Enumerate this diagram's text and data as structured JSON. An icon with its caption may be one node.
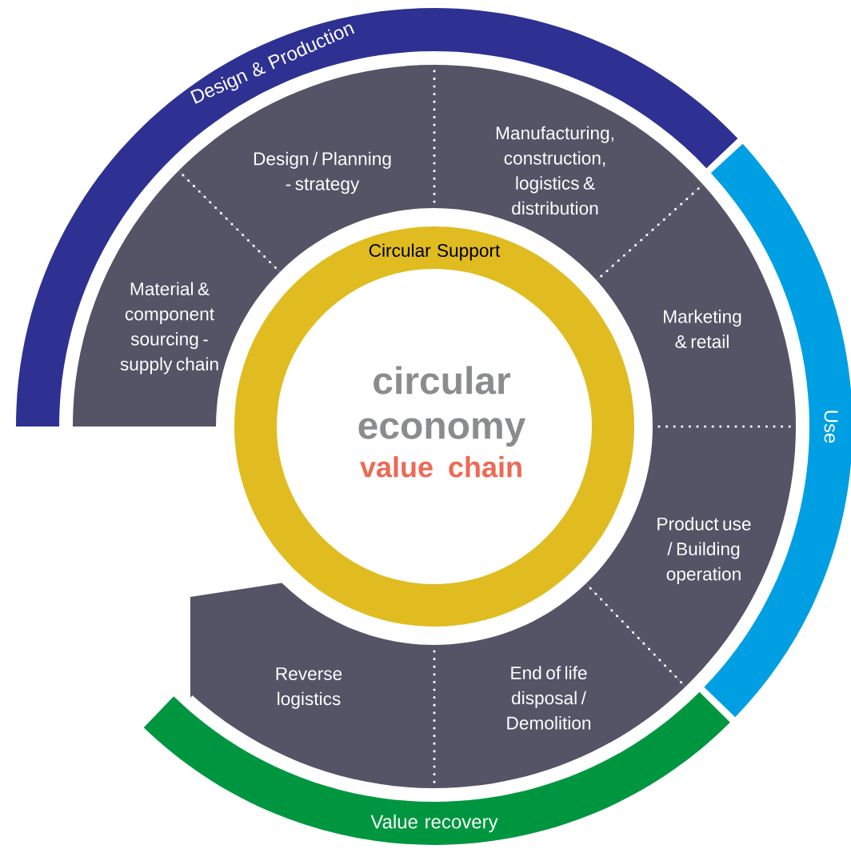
{
  "diagram": {
    "nodes": [
      {
        "text": [
          "Design & Production"
        ]
      },
      {
        "text": [
          "Use"
        ]
      },
      {
        "text": [
          "Value recovery"
        ]
      },
      {
        "text": [
          "Material & component sourcing - supply chain"
        ]
      },
      {
        "text": [
          "Design / Planning - strategy"
        ]
      },
      {
        "text": [
          "Manufacturing, construction, logistics & distribution"
        ]
      },
      {
        "text": [
          "Marketing & retail"
        ]
      },
      {
        "text": [
          "Product use / Building operation"
        ]
      },
      {
        "text": [
          "End of life disposal / Demolition"
        ]
      },
      {
        "text": [
          "Reverse logistics"
        ]
      },
      {
        "text": [
          "Circular Support"
        ]
      },
      {
        "text": [
          "circular economy",
          "value chain"
        ],
        "in": 10
      }
    ]
  }
}
